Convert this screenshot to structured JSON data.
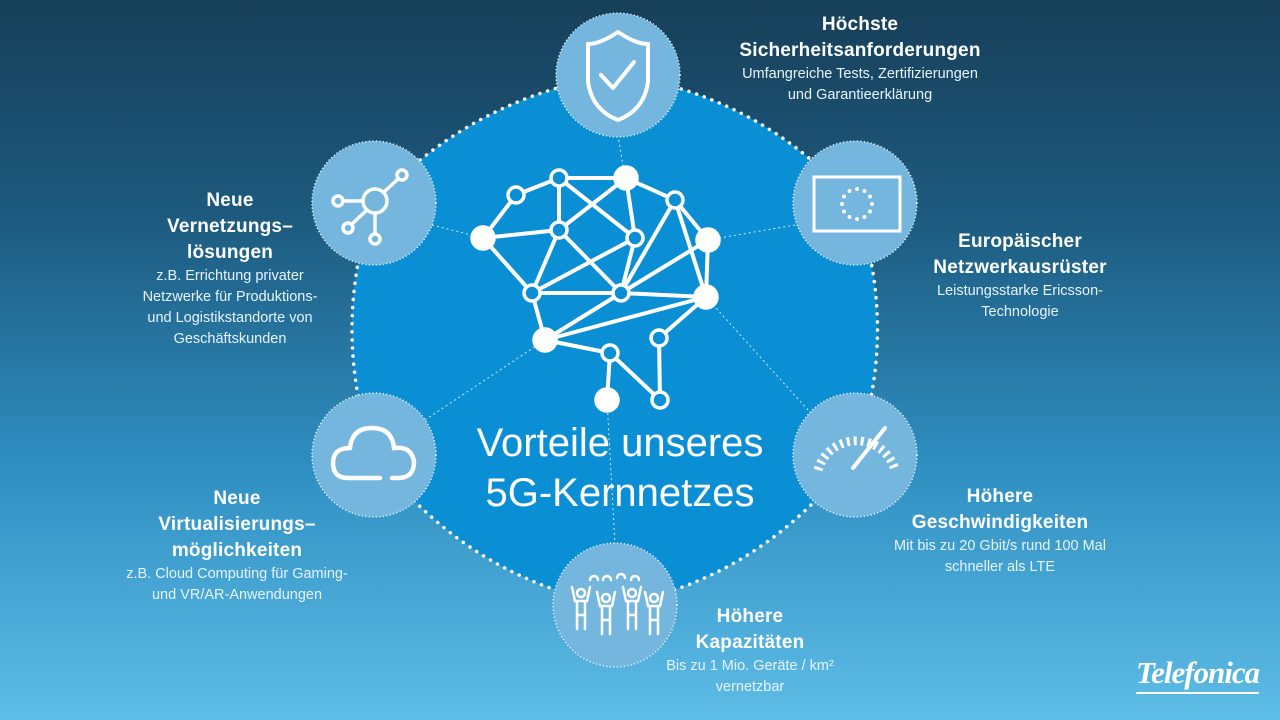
{
  "title": {
    "line1": "Vorteile unseres",
    "line2": "5G-Kernnetzes"
  },
  "features": [
    {
      "id": "security",
      "icon": "shield-check-icon",
      "title": [
        "Höchste",
        "Sicherheitsanforderungen"
      ],
      "desc": [
        "Umfangreiche Tests, Zertifizierungen",
        "und Garantieerklärung"
      ]
    },
    {
      "id": "vendor",
      "icon": "eu-flag-icon",
      "title": [
        "Europäischer",
        "Netzwerkausrüster"
      ],
      "desc": [
        "Leistungsstarke Ericsson-",
        "Technologie"
      ]
    },
    {
      "id": "speed",
      "icon": "speedometer-icon",
      "title": [
        "Höhere",
        "Geschwindigkeiten"
      ],
      "desc": [
        "Mit bis zu 20 Gbit/s rund 100 Mal",
        "schneller als LTE"
      ]
    },
    {
      "id": "capacity",
      "icon": "people-crowd-icon",
      "title": [
        "Höhere",
        "Kapazitäten"
      ],
      "desc": [
        "Bis zu 1 Mio. Geräte / km²",
        "vernetzbar"
      ]
    },
    {
      "id": "virtualization",
      "icon": "cloud-icon",
      "title": [
        "Neue",
        "Virtualisierungs–",
        "möglichkeiten"
      ],
      "desc": [
        "z.B. Cloud Computing für Gaming-",
        "und VR/AR-Anwendungen"
      ]
    },
    {
      "id": "networking",
      "icon": "network-hub-icon",
      "title": [
        "Neue",
        "Vernetzungs–",
        "lösungen"
      ],
      "desc": [
        "z.B. Errichtung privater",
        "Netzwerke für Produktions-",
        "und Logistikstandorte von",
        "Geschäftskunden"
      ]
    }
  ],
  "logo": "Telefonica",
  "colors": {
    "core": "#0a8fd4",
    "circle": "#74b6de",
    "bg_top": "#173f59",
    "bg_bottom": "#5ebde6"
  }
}
